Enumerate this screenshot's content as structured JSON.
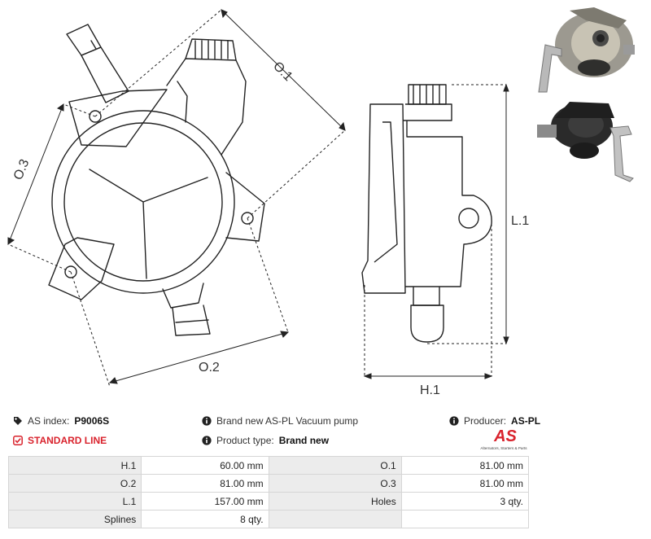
{
  "diagram": {
    "labels": {
      "o1": "O.1",
      "o2": "O.2",
      "o3": "O.3",
      "l1": "L.1",
      "h1": "H.1"
    }
  },
  "info": {
    "as_index_label": "AS index:",
    "as_index_value": "P9006S",
    "standard_line": "STANDARD LINE",
    "description": "Brand new AS-PL Vacuum pump",
    "product_type_label": "Product type:",
    "product_type_value": "Brand new",
    "producer_label": "Producer:",
    "producer_value": "AS-PL"
  },
  "logo": {
    "text": "AS",
    "tagline": "Alternators, Starters & Parts",
    "color": "#d9232d"
  },
  "specs": [
    [
      {
        "k": "H.1",
        "v": "60.00 mm"
      },
      {
        "k": "O.1",
        "v": "81.00 mm"
      }
    ],
    [
      {
        "k": "O.2",
        "v": "81.00 mm"
      },
      {
        "k": "O.3",
        "v": "81.00 mm"
      }
    ],
    [
      {
        "k": "L.1",
        "v": "157.00 mm"
      },
      {
        "k": "Holes",
        "v": "3 qty."
      }
    ],
    [
      {
        "k": "Splines",
        "v": "8 qty."
      },
      {
        "k": "",
        "v": ""
      }
    ]
  ],
  "icons": {
    "tag": "tag-icon",
    "info": "info-icon",
    "check": "check-square-icon"
  }
}
